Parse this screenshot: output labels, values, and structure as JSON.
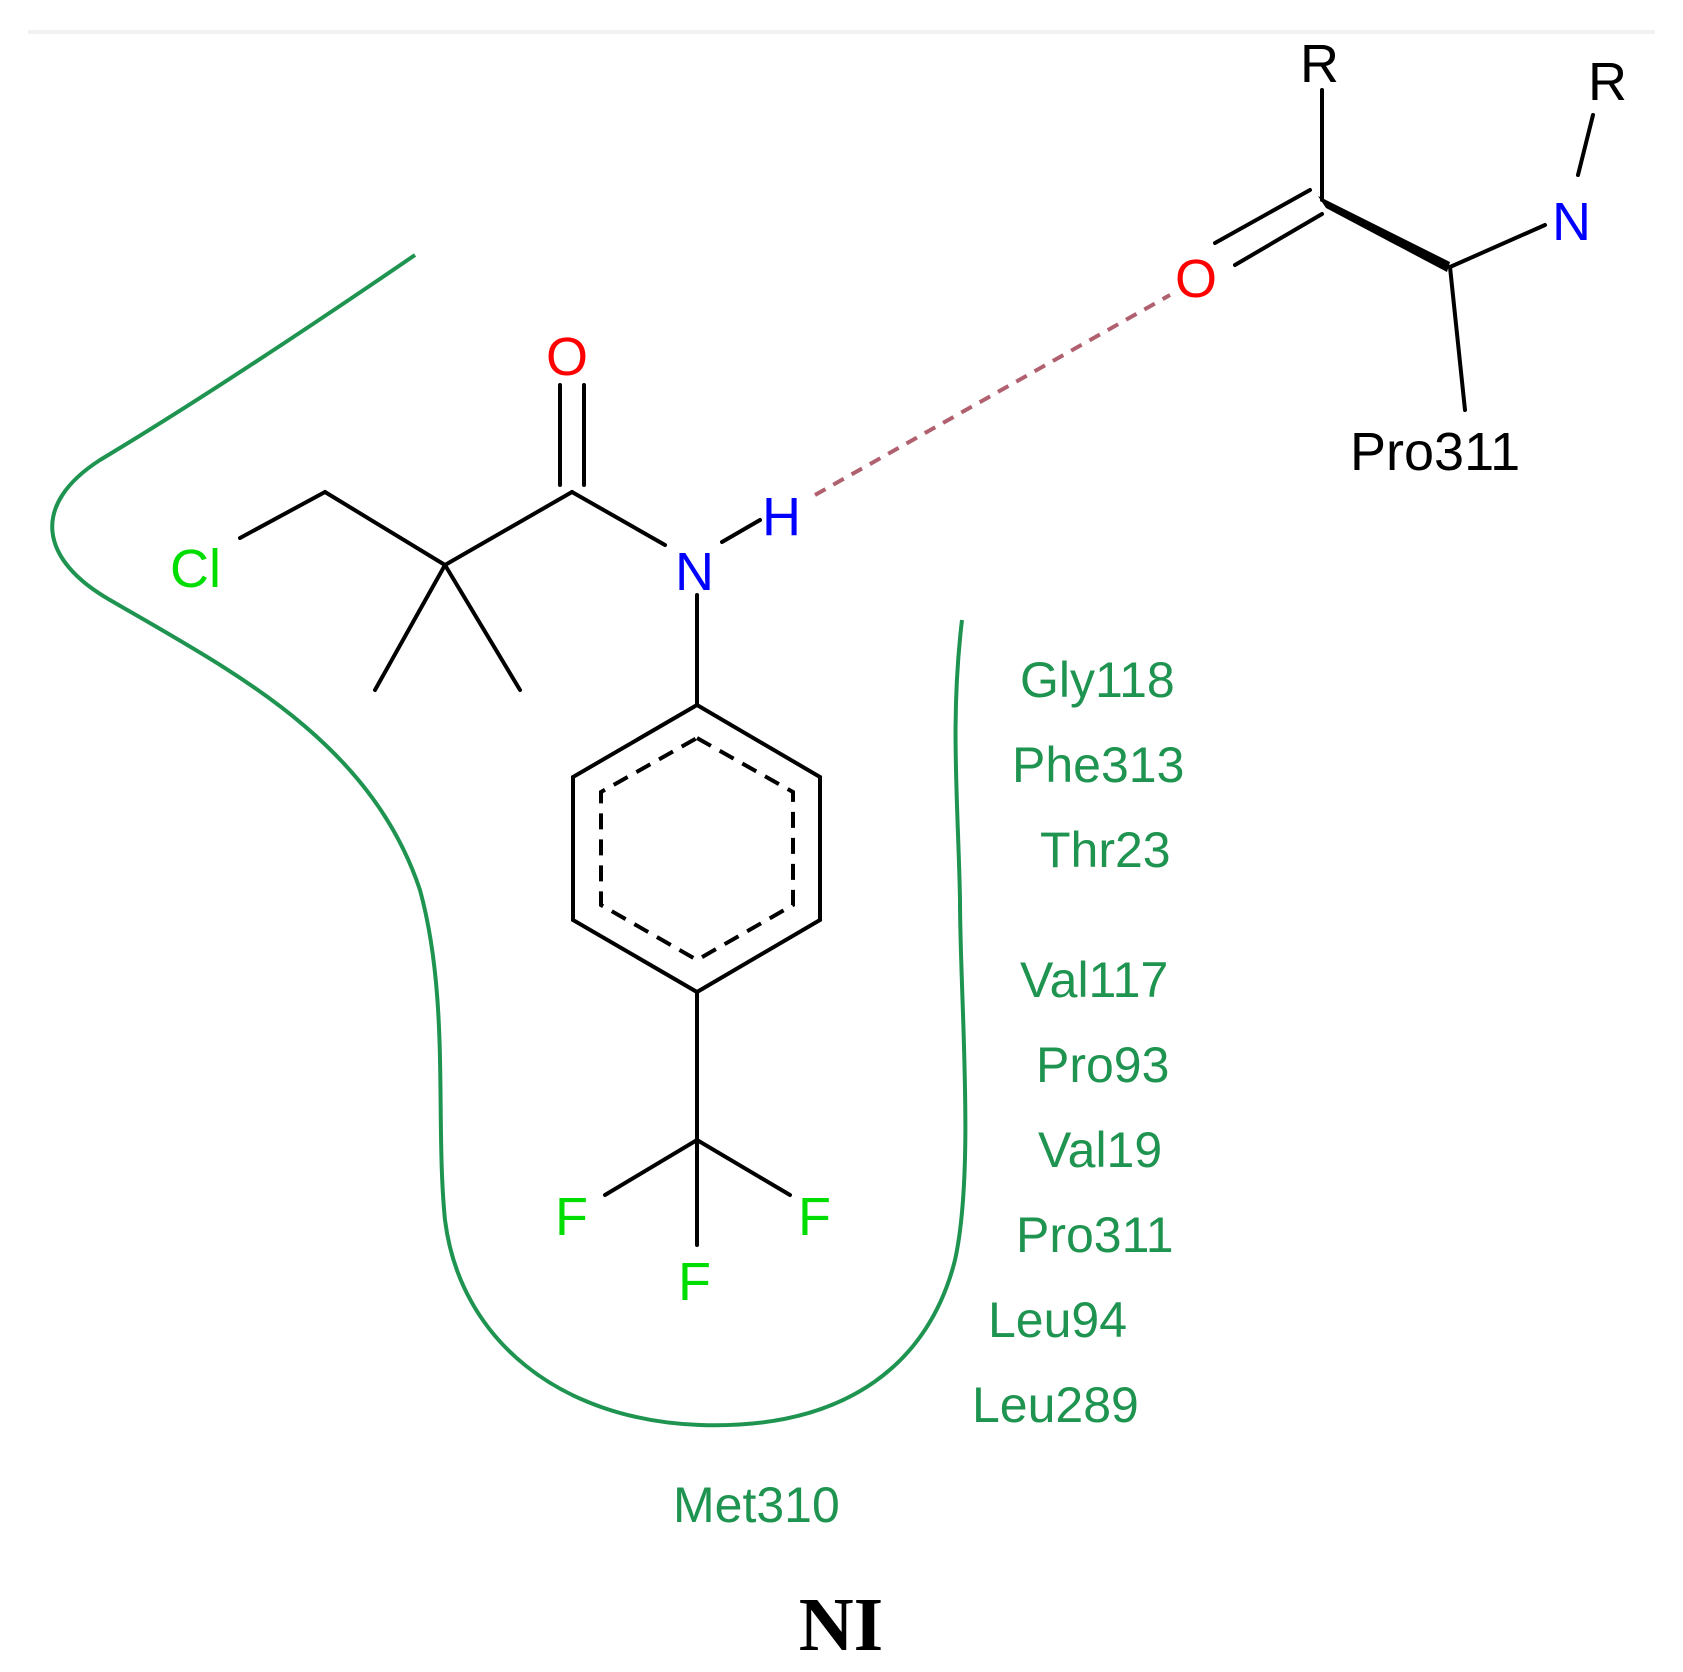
{
  "colors": {
    "carbon_bond": "#000000",
    "oxygen": "#ff0000",
    "nitrogen": "#0000ff",
    "halogen": "#00dd00",
    "pocket": "#1e9450",
    "hbond": "#b0606e"
  },
  "ligand": {
    "atoms": {
      "chlorine": "Cl",
      "carbonyl_oxygen": "O",
      "amide_nitrogen": "N",
      "amide_hydrogen": "H",
      "fluorine_1": "F",
      "fluorine_2": "F",
      "fluorine_3": "F"
    }
  },
  "receptor_fragment": {
    "oxygen": "O",
    "nitrogen": "N",
    "r_group_1": "R",
    "r_group_2": "R",
    "residue_label": "Pro311"
  },
  "pocket_residues": [
    "Gly118",
    "Phe313",
    "Thr23",
    "Val117",
    "Pro93",
    "Val19",
    "Pro311",
    "Leu94",
    "Leu289",
    "Met310"
  ],
  "caption": "NI"
}
